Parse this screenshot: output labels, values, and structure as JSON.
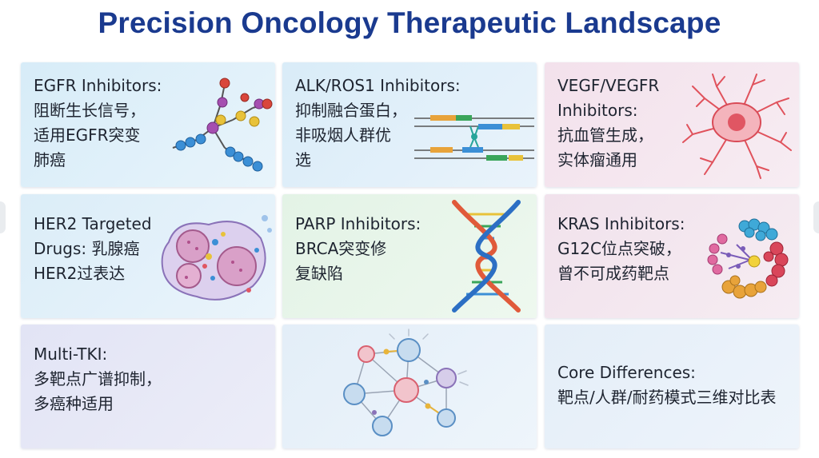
{
  "title": "Precision Oncology Therapeutic Landscape",
  "cards": [
    {
      "lines": [
        "EGFR Inhibitors:",
        "阻断生长信号，",
        "适用EGFR突变",
        "肺癌"
      ],
      "icon": "molecule-icon"
    },
    {
      "lines": [
        "ALK/ROS1 Inhibitors:",
        "抑制融合蛋白，",
        "非吸烟人群优",
        "选"
      ],
      "icon": "gene-fusion-icon"
    },
    {
      "lines": [
        "VEGF/VEGFR",
        "Inhibitors:",
        "抗血管生成，",
        "实体瘤通用"
      ],
      "icon": "angiogenesis-cell-icon"
    },
    {
      "lines": [
        "HER2 Targeted",
        "Drugs: 乳腺癌",
        "HER2过表达"
      ],
      "icon": "her2-cell-icon"
    },
    {
      "lines": [
        "PARP Inhibitors:",
        "BRCA突变修",
        "复缺陷"
      ],
      "icon": "dna-helix-icon"
    },
    {
      "lines": [
        "KRAS Inhibitors:",
        "G12C位点突破，",
        "曾不可成药靶点"
      ],
      "icon": "protein-structure-icon"
    },
    {
      "lines": [
        "Multi-TKI:",
        "多靶点广谱抑制，",
        "多癌种适用"
      ],
      "icon": ""
    },
    {
      "lines": [],
      "icon": "network-icon"
    },
    {
      "lines": [
        "Core Differences:",
        "靶点/人群/耐药模式三维对比表"
      ],
      "icon": ""
    }
  ],
  "colors": {
    "title": "#1a3a8f",
    "text": "#1e2430"
  }
}
